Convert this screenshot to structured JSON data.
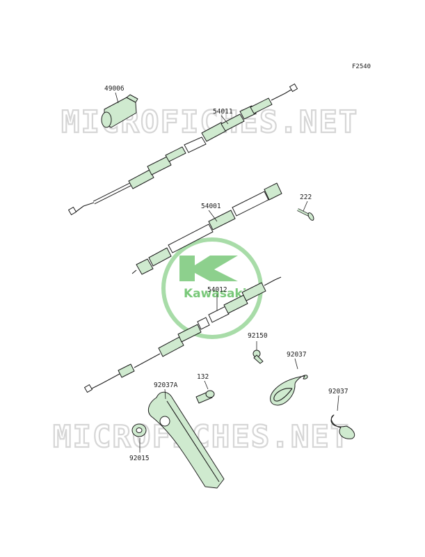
{
  "diagram": {
    "ref_code": "F2540",
    "watermark_text": "MICROFICHES.NET",
    "logo_text": "Kawasaki",
    "colors": {
      "part_fill": "#cfeacf",
      "logo_green": "#79c879",
      "watermark_gray": "#d6d6d6",
      "ink": "#1d1d1d"
    },
    "parts": {
      "p49006": "49006",
      "p54011": "54011",
      "p54001": "54001",
      "p222": "222",
      "p54012": "54012",
      "p92150": "92150",
      "p92037_a": "92037",
      "p92037_b": "92037",
      "p132": "132",
      "p92037A": "92037A",
      "p92015": "92015"
    }
  }
}
